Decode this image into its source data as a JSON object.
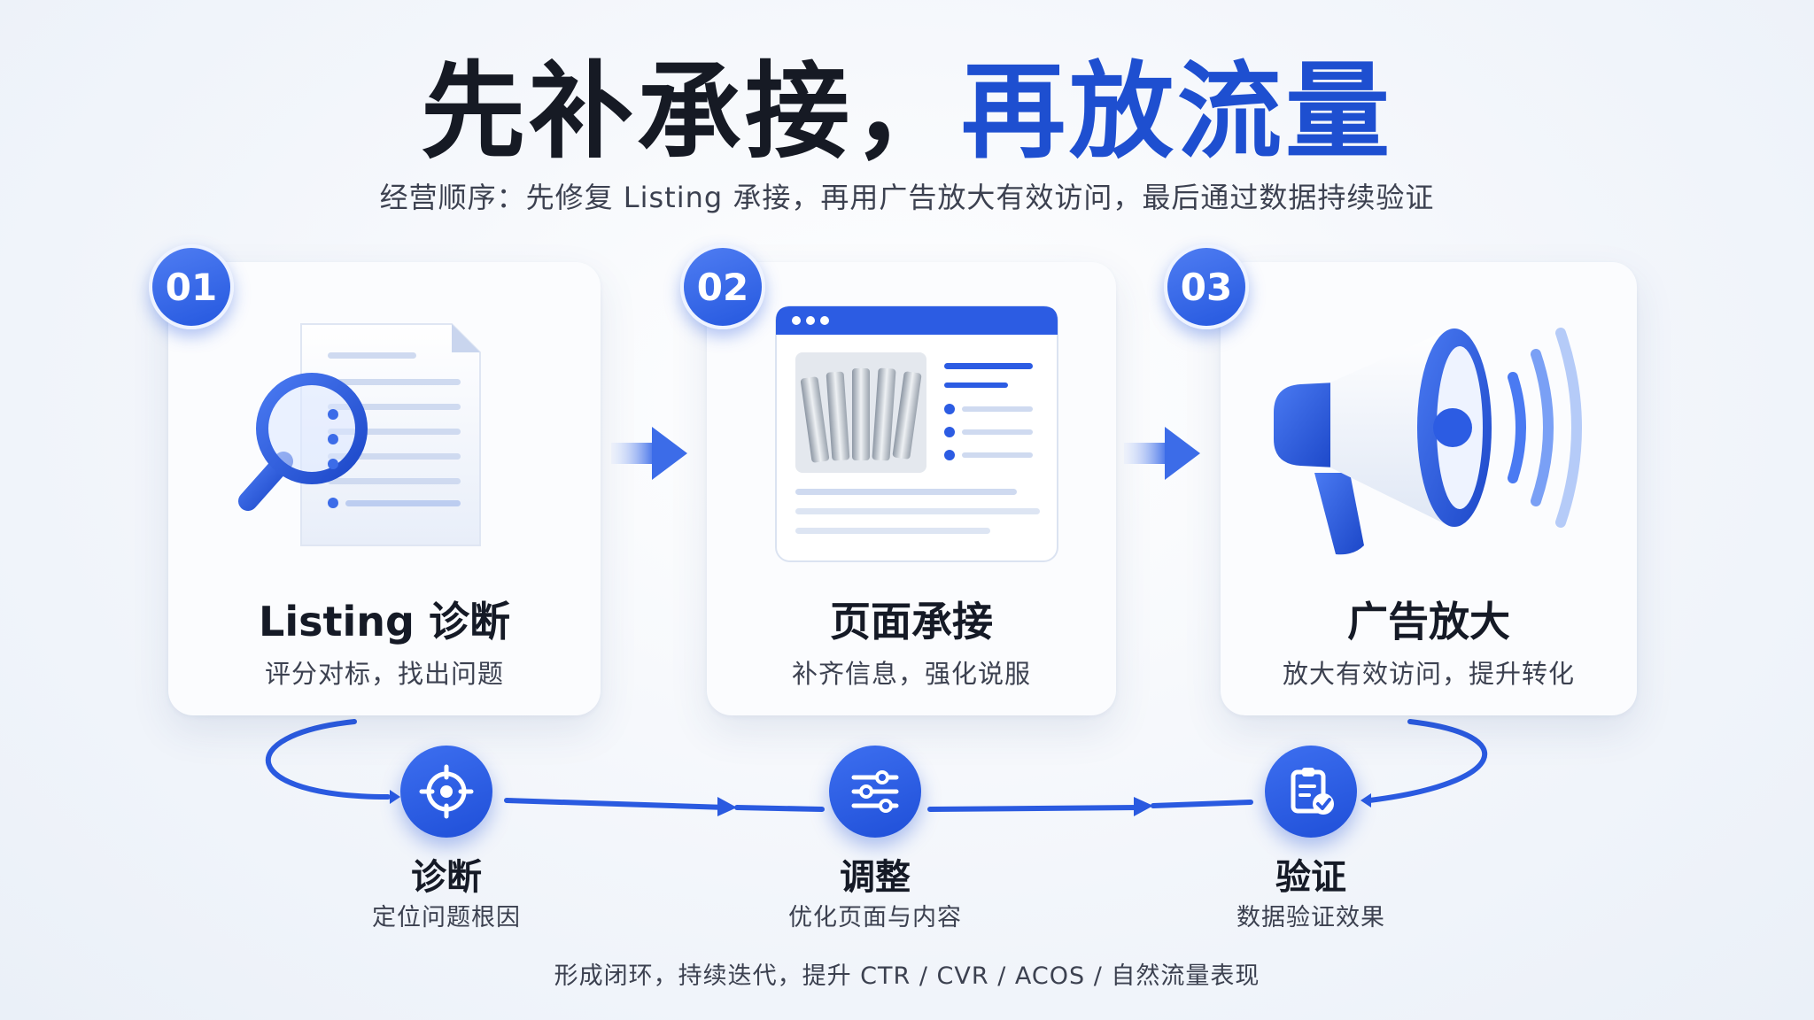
{
  "title": {
    "part1": "先补承接，",
    "part2": "再放流量"
  },
  "subtitle": "经营顺序：先修复 Listing 承接，再用广告放大有效访问，最后通过数据持续验证",
  "cards": [
    {
      "number": "01",
      "title": "Listing 诊断",
      "desc": "评分对标，找出问题",
      "icon": "magnifier-document-icon"
    },
    {
      "number": "02",
      "title": "页面承接",
      "desc": "补齐信息，强化说服",
      "icon": "product-page-icon"
    },
    {
      "number": "03",
      "title": "广告放大",
      "desc": "放大有效访问，提升转化",
      "icon": "megaphone-icon"
    }
  ],
  "steps": [
    {
      "title": "诊断",
      "desc": "定位问题根因",
      "icon": "target-icon"
    },
    {
      "title": "调整",
      "desc": "优化页面与内容",
      "icon": "sliders-icon"
    },
    {
      "title": "验证",
      "desc": "数据验证效果",
      "icon": "clipboard-check-icon"
    }
  ],
  "footer": "形成闭环，持续迭代，提升 CTR / CVR / ACOS / 自然流量表现",
  "colors": {
    "accent": "#1e4fd0",
    "accent_light": "#4f7df2",
    "text": "#161a24"
  }
}
